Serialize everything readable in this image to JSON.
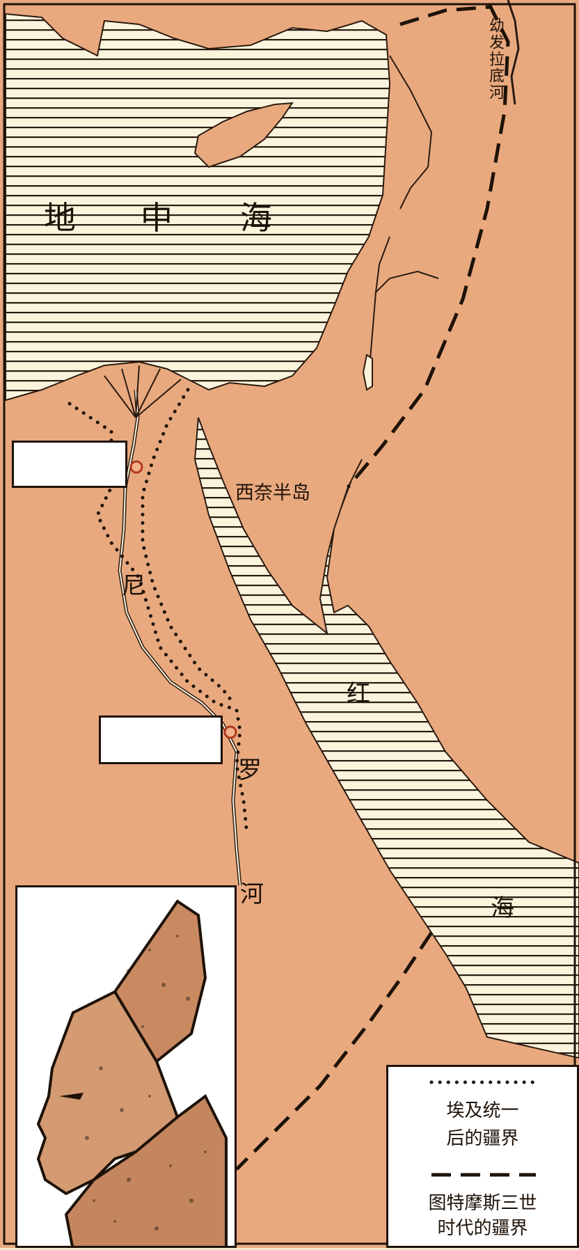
{
  "map": {
    "colors": {
      "land": "#e9a97e",
      "sea_paper": "#fbf4dd",
      "hatch": "#2a1a10",
      "border_dash": "#1d1208"
    },
    "labels": {
      "mediterranean": [
        "地",
        "中",
        "海"
      ],
      "sinai": "西奈半岛",
      "euphrates": "幼发拉底河",
      "red_sea": [
        "红",
        "海"
      ],
      "nile": [
        "尼",
        "罗",
        "河"
      ]
    },
    "legend": {
      "dotted_line_text": [
        "埃及统一",
        "后的疆界"
      ],
      "dashed_line_text": [
        "图特摩斯三世",
        "时代的疆界"
      ]
    },
    "blank_label_boxes": 2,
    "city_markers": 2
  }
}
